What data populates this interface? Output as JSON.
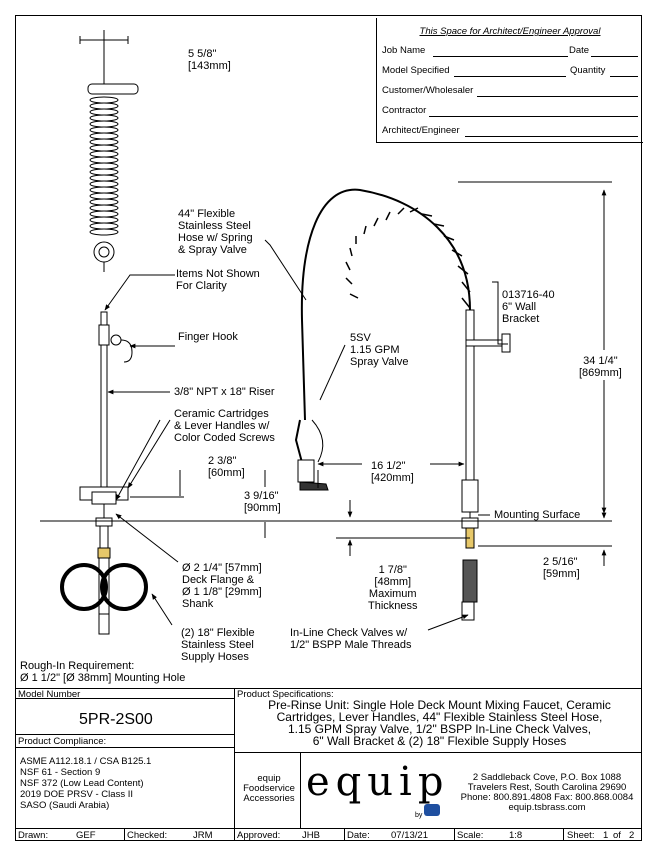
{
  "approval": {
    "header": "This Space for Architect/Engineer Approval",
    "job_name": "Job Name",
    "date": "Date",
    "model_specified": "Model Specified",
    "quantity": "Quantity",
    "customer": "Customer/Wholesaler",
    "contractor": "Contractor",
    "architect": "Architect/Engineer"
  },
  "callouts": {
    "hose_width": [
      "5 5/8\"",
      "[143mm]"
    ],
    "hose_desc": [
      "44\" Flexible",
      "Stainless Steel",
      "Hose w/ Spring",
      "& Spray Valve"
    ],
    "items_not_shown": [
      "Items Not Shown",
      "For Clarity"
    ],
    "finger_hook": "Finger Hook",
    "riser": "3/8\" NPT x 18\" Riser",
    "ceramic": [
      "Ceramic Cartridges",
      "& Lever Handles w/",
      "Color Coded Screws"
    ],
    "spray_valve": [
      "5SV",
      "1.15 GPM",
      "Spray Valve"
    ],
    "wall_bracket": [
      "013716-40",
      "6\" Wall",
      "Bracket"
    ],
    "total_height": [
      "34 1/4\"",
      "[869mm]"
    ],
    "dim_2_3_8": [
      "2 3/8\"",
      "[60mm]"
    ],
    "dim_3_9_16": [
      "3 9/16\"",
      "[90mm]"
    ],
    "dim_16_1_2": [
      "16 1/2\"",
      "[420mm]"
    ],
    "mounting_surface": "Mounting Surface",
    "deck_flange": [
      "Ø 2 1/4\" [57mm]",
      "Deck Flange &",
      "Ø 1 1/8\" [29mm]",
      "Shank"
    ],
    "max_thickness": [
      "1 7/8\"",
      "[48mm]",
      "Maximum",
      "Thickness"
    ],
    "dim_2_5_16": [
      "2 5/16\"",
      "[59mm]"
    ],
    "supply_hoses": [
      "(2) 18\" Flexible",
      "Stainless Steel",
      "Supply Hoses"
    ],
    "check_valves": [
      "In-Line Check Valves w/",
      "1/2\" BSPP Male Threads"
    ],
    "rough_in": [
      "Rough-In Requirement:",
      "Ø 1 1/2\" [Ø 38mm] Mounting Hole"
    ]
  },
  "title_block": {
    "model_number_label": "Model Number",
    "model_number": "5PR-2S00",
    "spec_label": "Product Specifications:",
    "spec_lines": [
      "Pre-Rinse Unit: Single Hole Deck Mount Mixing Faucet, Ceramic",
      "Cartridges, Lever Handles, 44\" Flexible Stainless Steel Hose,",
      "1.15 GPM Spray Valve, 1/2\" BSPP In-Line Check Valves,",
      "6\" Wall Bracket & (2) 18\" Flexible Supply Hoses"
    ],
    "compliance_label": "Product Compliance:",
    "compliance": [
      "ASME A112.18.1 / CSA B125.1",
      "NSF 61 - Section 9",
      "NSF 372 (Low Lead Content)",
      "2019 DOE PRSV - Class II",
      "SASO (Saudi Arabia)"
    ],
    "brand_small": [
      "equip",
      "Foodservice",
      "Accessories"
    ],
    "logo_text": "equip",
    "logo_by": "by",
    "address": [
      "2 Saddleback Cove, P.O. Box 1088",
      "Travelers Rest, South Carolina 29690",
      "Phone: 800.891.4808  Fax: 800.868.0084",
      "equip.tsbrass.com"
    ],
    "drawn_label": "Drawn:",
    "drawn": "GEF",
    "checked_label": "Checked:",
    "checked": "JRM",
    "approved_label": "Approved:",
    "approved": "JHB",
    "date_label": "Date:",
    "date": "07/13/21",
    "scale_label": "Scale:",
    "scale": "1:8",
    "sheet_label": "Sheet:",
    "sheet": "1",
    "sheet_of": "of",
    "sheet_total": "2"
  },
  "colors": {
    "brand_blue": "#1f4fa0",
    "line": "#000000",
    "hose": "#222222"
  }
}
